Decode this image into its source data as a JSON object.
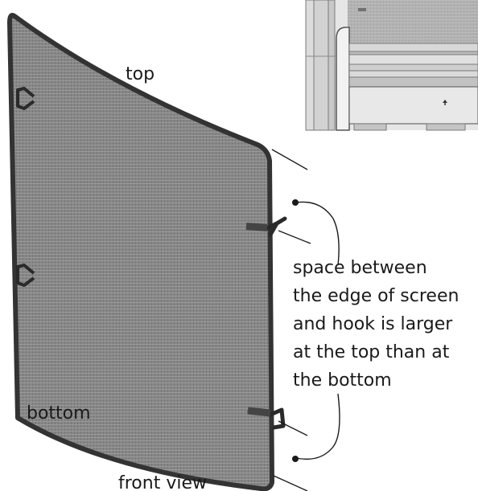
{
  "labels": {
    "top": "top",
    "bottom": "bottom",
    "front_view": "front view"
  },
  "annotation": {
    "lines": [
      "space between",
      "the edge of screen",
      "and hook is larger",
      "at the top than at",
      "the bottom"
    ]
  },
  "colors": {
    "mesh": "#8a8a8a",
    "frame": "#333333",
    "inset_bg": "#e4e4e4",
    "ink": "#1a1a1a"
  }
}
